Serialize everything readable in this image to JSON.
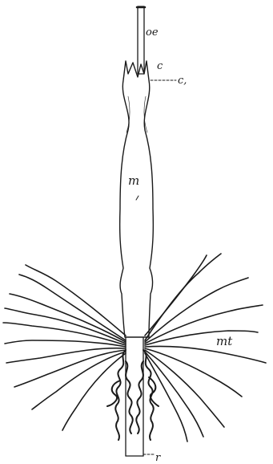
{
  "labels": {
    "oe": "oe",
    "c": "c",
    "c1": "c,",
    "m": "m",
    "mt": "mt",
    "r": "r"
  },
  "colors": {
    "ink": "#1a1a1a",
    "paper": "#ffffff"
  }
}
